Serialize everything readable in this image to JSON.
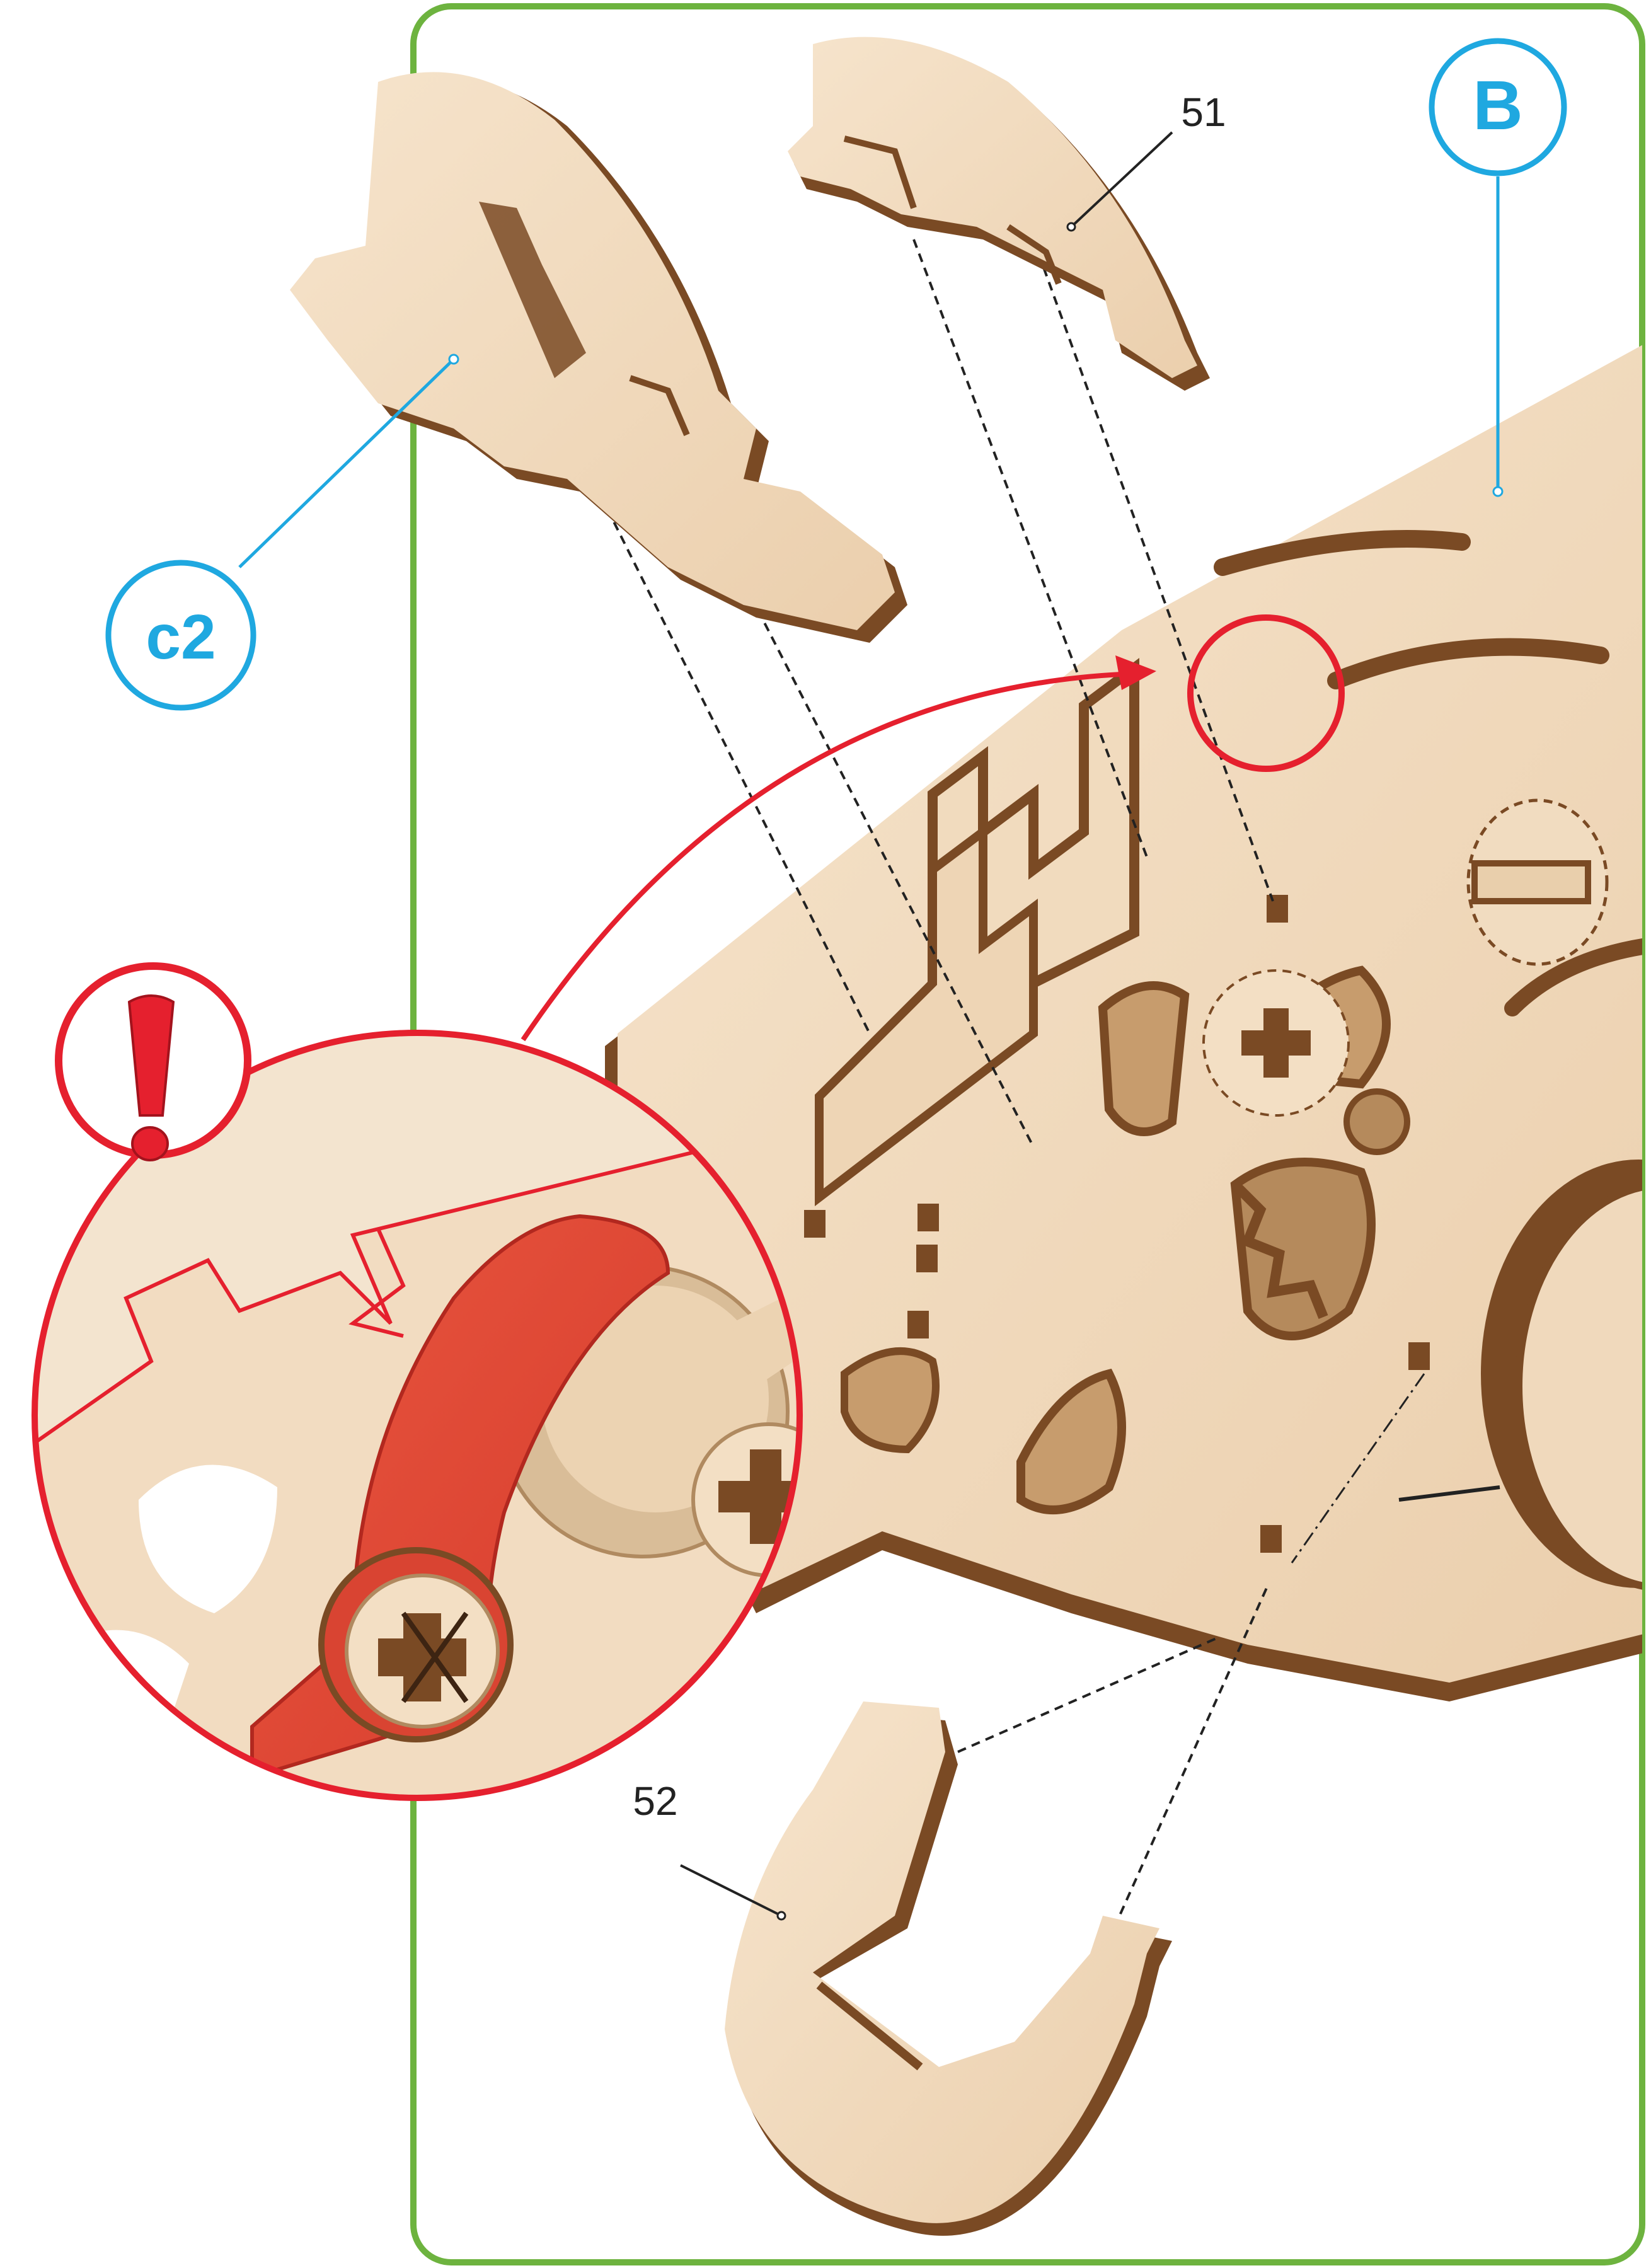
{
  "callouts": {
    "b": "B",
    "c2": "c2",
    "part_51": "51",
    "part_52": "52"
  },
  "warning": {
    "icon": "exclamation-icon"
  },
  "colors": {
    "frame_green": "#6db33f",
    "callout_blue": "#1fa8e0",
    "warning_red": "#e5202e",
    "highlight_red": "#e04a35",
    "wood_face": "#f2dcc1",
    "wood_edge": "#7a4a24",
    "wood_shadow": "#d9bd98"
  }
}
